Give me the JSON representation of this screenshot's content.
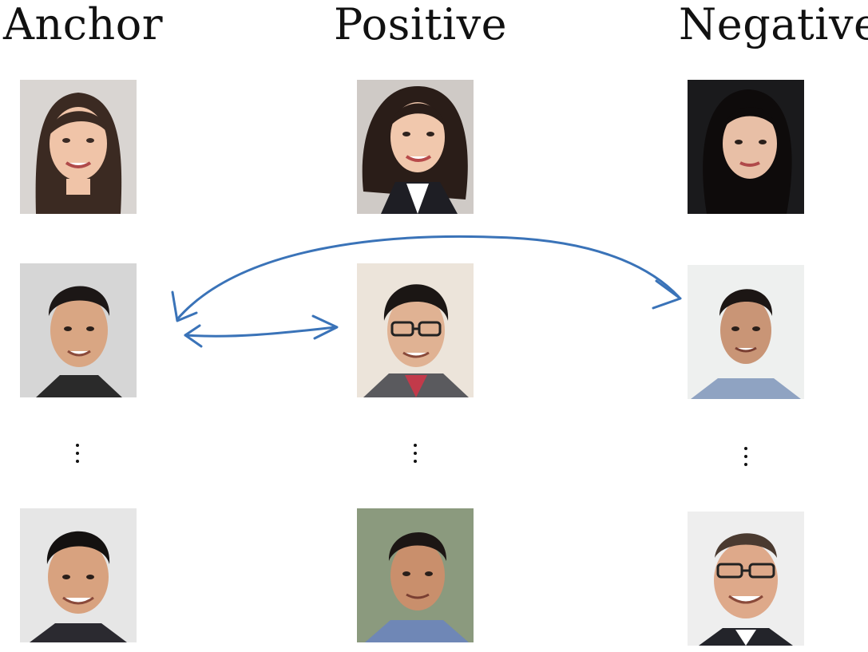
{
  "columns": {
    "anchor": "Anchor",
    "positive": "Positive",
    "negative": "Negative"
  },
  "annotation": {
    "stroke_color": "#3a73b8"
  }
}
